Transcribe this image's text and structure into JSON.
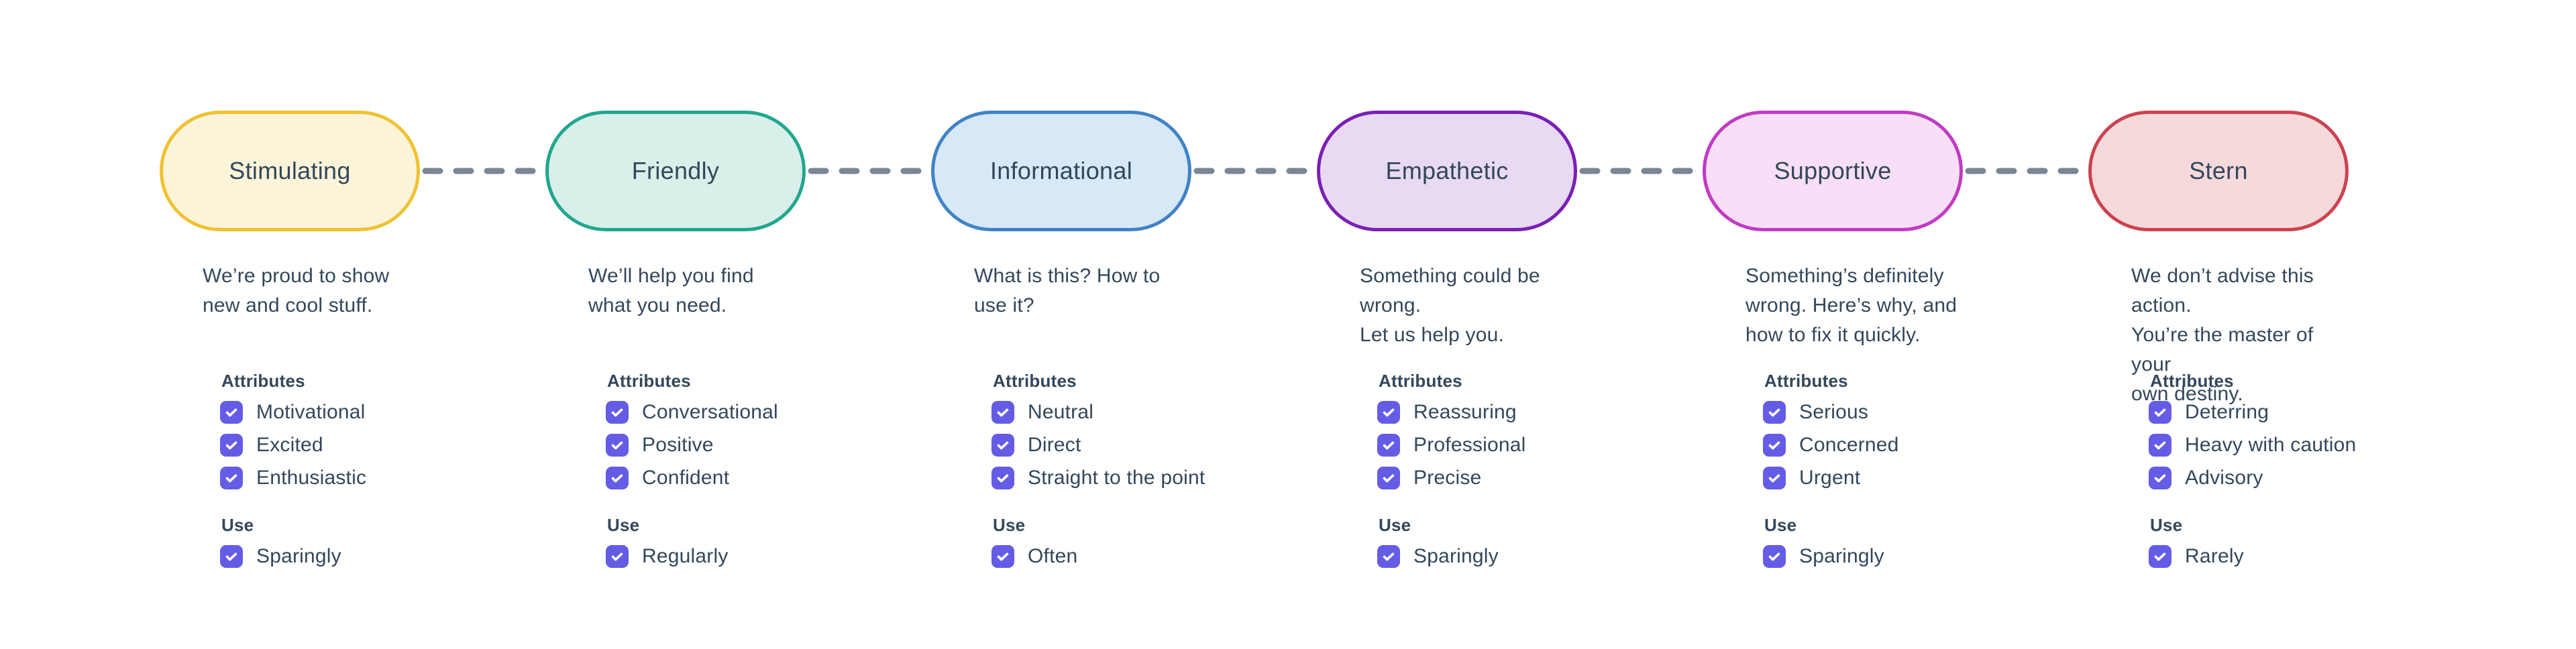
{
  "page": {
    "background": "#ffffff",
    "text_color": "#33475b"
  },
  "section_labels": {
    "attributes": "Attributes",
    "use": "Use"
  },
  "connector": {
    "color": "#7b8694",
    "style": "dashed"
  },
  "checkbox": {
    "color": "#655ce6",
    "check_color": "#ffffff",
    "checked": true
  },
  "tones": [
    {
      "name": "Stimulating",
      "description": "We’re proud to show\nnew and cool stuff.",
      "colors": {
        "border": "#f0c231",
        "fill": "#fcf4d9"
      },
      "attributes": [
        "Motivational",
        "Excited",
        "Enthusiastic"
      ],
      "use": "Sparingly"
    },
    {
      "name": "Friendly",
      "description": "We’ll help you find\nwhat you need.",
      "colors": {
        "border": "#20a78f",
        "fill": "#d9efe9"
      },
      "attributes": [
        "Conversational",
        "Positive",
        "Confident"
      ],
      "use": "Regularly"
    },
    {
      "name": "Informational",
      "description": "What is this? How to\nuse it?",
      "colors": {
        "border": "#4183c4",
        "fill": "#d7e8f7"
      },
      "attributes": [
        "Neutral",
        "Direct",
        "Straight to the point"
      ],
      "use": "Often"
    },
    {
      "name": "Empathetic",
      "description": "Something could be wrong.\nLet us help you.",
      "colors": {
        "border": "#7a1fb5",
        "fill": "#e9daf4"
      },
      "attributes": [
        "Reassuring",
        "Professional",
        "Precise"
      ],
      "use": "Sparingly"
    },
    {
      "name": "Supportive",
      "description": "Something’s definitely\nwrong. Here’s why, and\nhow to fix it quickly.",
      "colors": {
        "border": "#c13bc3",
        "fill": "#f8dff7"
      },
      "attributes": [
        "Serious",
        "Concerned",
        "Urgent"
      ],
      "use": "Sparingly"
    },
    {
      "name": "Stern",
      "description": "We don’t advise this action.\nYou’re the master of your\nown destiny.",
      "colors": {
        "border": "#cc4250",
        "fill": "#f6d9db"
      },
      "attributes": [
        "Deterring",
        "Heavy with caution",
        "Advisory"
      ],
      "use": "Rarely"
    }
  ]
}
